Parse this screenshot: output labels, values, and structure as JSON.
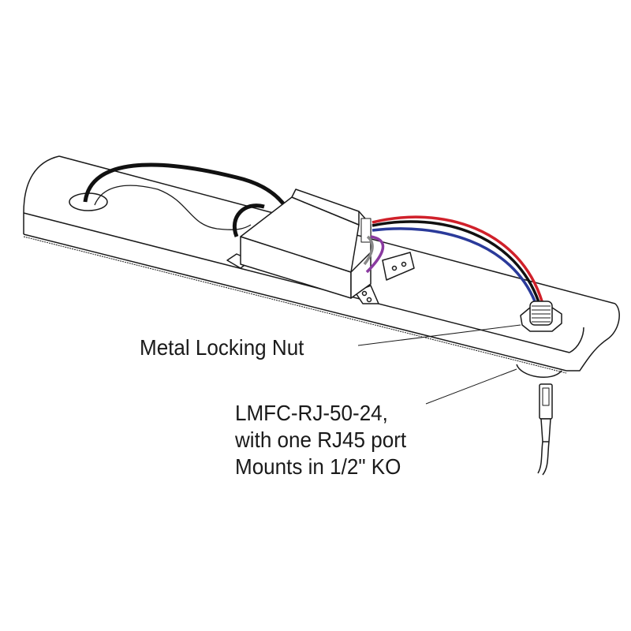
{
  "labels": {
    "locking_nut": "Metal Locking Nut",
    "product_line1": "LMFC-RJ-50-24,",
    "product_line2": "with one RJ45 port",
    "product_line3": "Mounts in 1/2\" KO"
  },
  "colors": {
    "wire_red": "#d0202a",
    "wire_blue": "#2a3a9a",
    "wire_black": "#111111",
    "wire_purple": "#8a3aa0",
    "line": "#1a1a1a"
  }
}
